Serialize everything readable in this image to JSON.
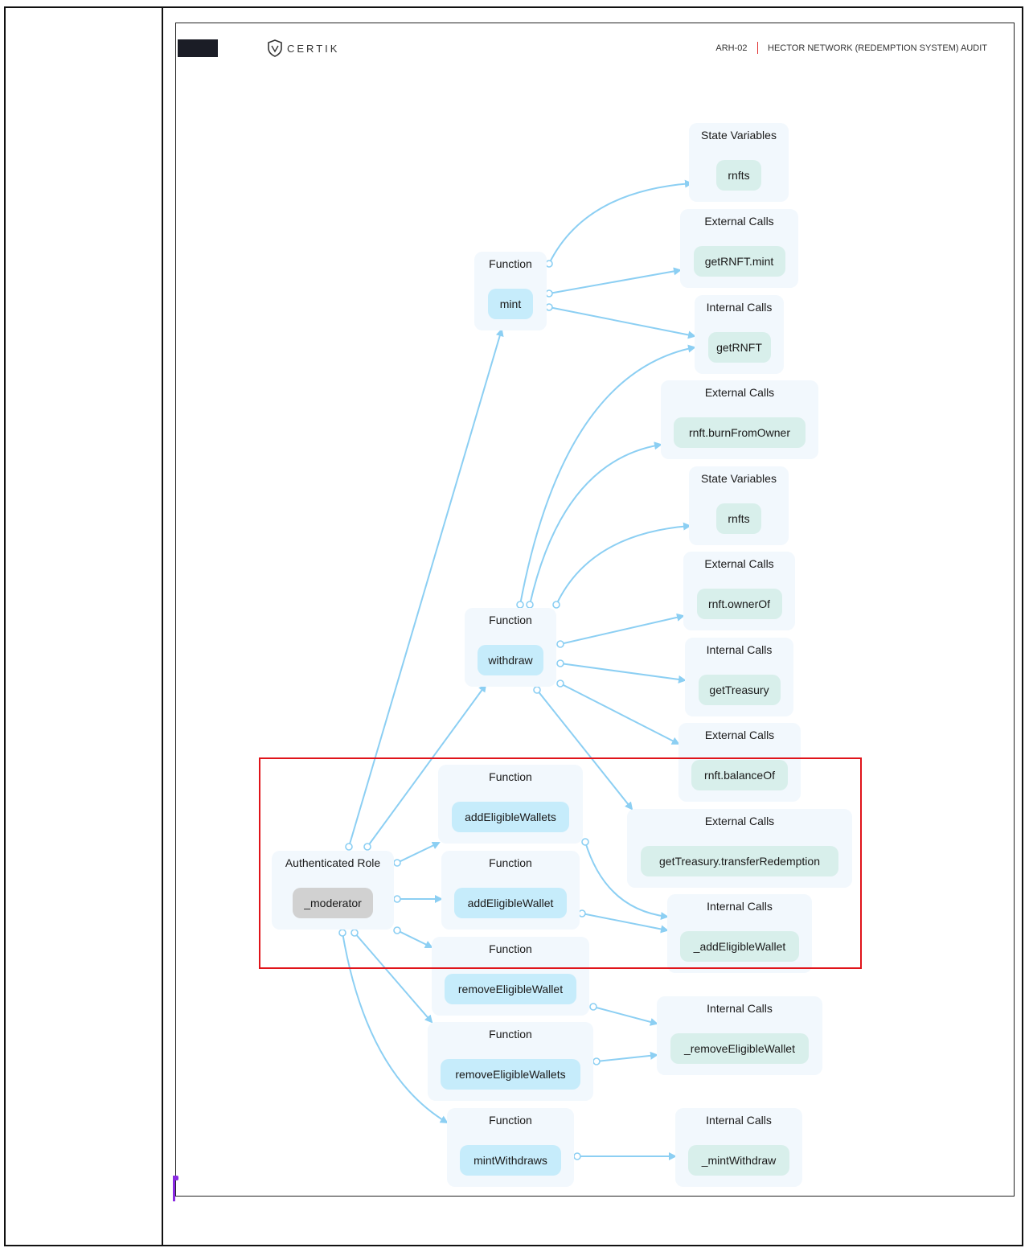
{
  "header": {
    "logo_text": "CERTIK",
    "report_id": "ARH-02",
    "report_title": "HECTOR NETWORK (REDEMPTION SYSTEM) AUDIT"
  },
  "diagram": {
    "groups": [
      {
        "id": "sv1",
        "label": "State Variables",
        "chip": "rnfts",
        "kind": "call"
      },
      {
        "id": "ec1",
        "label": "External Calls",
        "chip": "getRNFT.mint",
        "kind": "call"
      },
      {
        "id": "fn-mint",
        "label": "Function",
        "chip": "mint",
        "kind": "fn"
      },
      {
        "id": "ic1",
        "label": "Internal Calls",
        "chip": "getRNFT",
        "kind": "call"
      },
      {
        "id": "ec2",
        "label": "External Calls",
        "chip": "rnft.burnFromOwner",
        "kind": "call"
      },
      {
        "id": "sv2",
        "label": "State Variables",
        "chip": "rnfts",
        "kind": "call"
      },
      {
        "id": "ec3",
        "label": "External Calls",
        "chip": "rnft.ownerOf",
        "kind": "call"
      },
      {
        "id": "fn-withdraw",
        "label": "Function",
        "chip": "withdraw",
        "kind": "fn"
      },
      {
        "id": "ic2",
        "label": "Internal Calls",
        "chip": "getTreasury",
        "kind": "call"
      },
      {
        "id": "ec4",
        "label": "External Calls",
        "chip": "rnft.balanceOf",
        "kind": "call"
      },
      {
        "id": "fn-aews",
        "label": "Function",
        "chip": "addEligibleWallets",
        "kind": "fn"
      },
      {
        "id": "ec5",
        "label": "External Calls",
        "chip": "getTreasury.transferRedemption",
        "kind": "call"
      },
      {
        "id": "role",
        "label": "Authenticated Role",
        "chip": "_moderator",
        "kind": "role"
      },
      {
        "id": "fn-aew",
        "label": "Function",
        "chip": "addEligibleWallet",
        "kind": "fn"
      },
      {
        "id": "ic3",
        "label": "Internal Calls",
        "chip": "_addEligibleWallet",
        "kind": "call"
      },
      {
        "id": "fn-rew",
        "label": "Function",
        "chip": "removeEligibleWallet",
        "kind": "fn"
      },
      {
        "id": "ic4",
        "label": "Internal Calls",
        "chip": "_removeEligibleWallet",
        "kind": "call"
      },
      {
        "id": "fn-rews",
        "label": "Function",
        "chip": "removeEligibleWallets",
        "kind": "fn"
      },
      {
        "id": "fn-mw",
        "label": "Function",
        "chip": "mintWithdraws",
        "kind": "fn"
      },
      {
        "id": "ic5",
        "label": "Internal Calls",
        "chip": "_mintWithdraw",
        "kind": "call"
      }
    ],
    "edges": [
      {
        "from": "fn-mint",
        "to": "sv1"
      },
      {
        "from": "fn-mint",
        "to": "ec1"
      },
      {
        "from": "fn-mint",
        "to": "ic1"
      },
      {
        "from": "fn-withdraw",
        "to": "ic1"
      },
      {
        "from": "fn-withdraw",
        "to": "ec2"
      },
      {
        "from": "fn-withdraw",
        "to": "sv2"
      },
      {
        "from": "fn-withdraw",
        "to": "ec3"
      },
      {
        "from": "fn-withdraw",
        "to": "ic2"
      },
      {
        "from": "fn-withdraw",
        "to": "ec4"
      },
      {
        "from": "fn-withdraw",
        "to": "ec5"
      },
      {
        "from": "role",
        "to": "fn-mint"
      },
      {
        "from": "role",
        "to": "fn-withdraw"
      },
      {
        "from": "role",
        "to": "fn-aews"
      },
      {
        "from": "role",
        "to": "fn-aew"
      },
      {
        "from": "role",
        "to": "fn-rew"
      },
      {
        "from": "role",
        "to": "fn-rews"
      },
      {
        "from": "role",
        "to": "fn-mw"
      },
      {
        "from": "fn-aews",
        "to": "ic3"
      },
      {
        "from": "fn-aew",
        "to": "ic3"
      },
      {
        "from": "fn-rew",
        "to": "ic4"
      },
      {
        "from": "fn-rews",
        "to": "ic4"
      },
      {
        "from": "fn-mw",
        "to": "ic5"
      }
    ],
    "colors": {
      "edge": "#8ccff3",
      "function_chip": "#c6ecfb",
      "call_chip": "#d8efeb",
      "role_chip": "#d1d1d1",
      "group_bg": "#f2f8fd",
      "highlight": "#e0141a"
    },
    "highlight_region": "Authenticated Role, addEligibleWallets, addEligibleWallet, _addEligibleWallet"
  }
}
